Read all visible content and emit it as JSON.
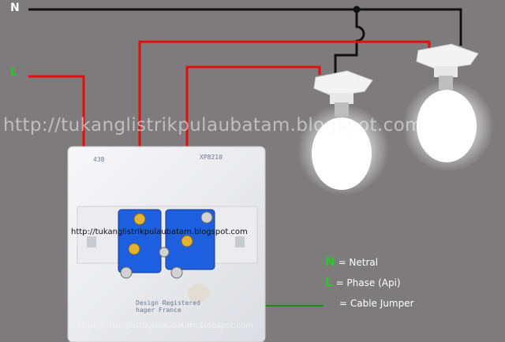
{
  "terminals": {
    "neutral": "N",
    "live": "L"
  },
  "watermark": "http://tukanglistrikpulaubatam.blogspot.com",
  "watermark_small": "http://tukanglistrikpulaubatam.blogspot.com",
  "switch_plate": {
    "code_left": "438",
    "code_right": "XP8210",
    "design_text": "Design Registered\nhager France"
  },
  "legend": [
    {
      "key": "N",
      "text": "= Netral"
    },
    {
      "key": "L",
      "text": "= Phase (Api)"
    },
    {
      "key": "",
      "text": "= Cable Jumper"
    }
  ],
  "colors": {
    "background": "#7d7b7b",
    "neutral_wire": "#111111",
    "live_wire": "#e01010",
    "jumper_wire": "#1a8a1a",
    "switch_body": "#1e5fe0",
    "plate": "#f4f4f6",
    "legend_key": "#22cc22"
  },
  "icons": [
    "light-bulb-icon",
    "light-bulb-icon",
    "double-switch-mechanism-icon"
  ]
}
